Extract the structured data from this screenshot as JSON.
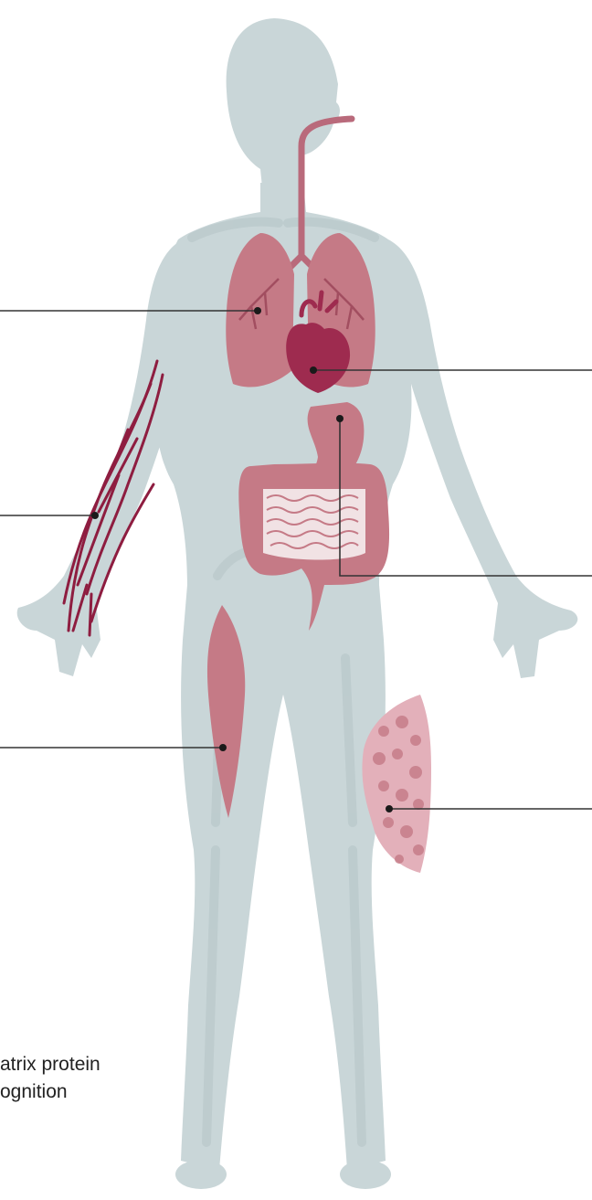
{
  "caption": {
    "line1": "atrix protein",
    "line2": "ognition"
  },
  "colors": {
    "body": "#c9d6d8",
    "body_shadow": "#b7c7ca",
    "organ": "#c57a86",
    "organ_dark": "#a24e60",
    "heart": "#9e2b4f",
    "vessel": "#8e1d40",
    "leader": "#333333"
  },
  "organs": [
    "lungs",
    "heart",
    "trachea",
    "stomach",
    "intestine",
    "blood-vessels",
    "muscle",
    "adipose-tissue"
  ]
}
